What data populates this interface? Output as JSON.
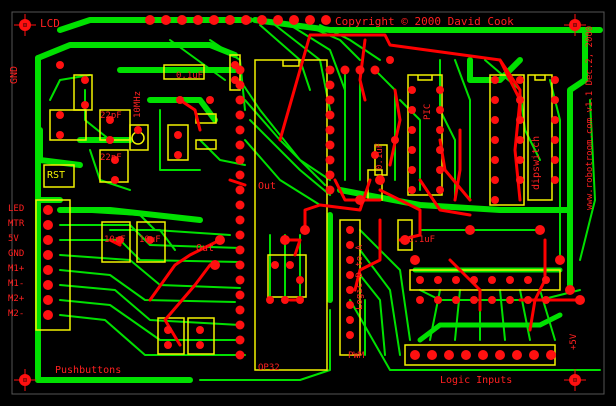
{
  "board": {
    "copyright": "Copyright © 2000 David Cook",
    "website_version": "www.robotroom.com v1.1 Dec.2, 2000",
    "colors": {
      "background": "#000000",
      "trace_top": "#ff0000",
      "trace_bottom": "#00e000",
      "silkscreen": "#f2f200",
      "text": "#ff2020"
    }
  },
  "labels": {
    "lcd": "LCD",
    "gnd": "GND",
    "mhz": "10MHz",
    "pf1": "22pF",
    "pf2": "22pF",
    "uf1": "0.1uF",
    "uf2": "0.1uF",
    "uf3": "0.1uF",
    "uf4": "10uF",
    "uf5": "10uF",
    "rst": "RST",
    "out1": "Out",
    "out2": "Out",
    "dipswitch": "dipswitch",
    "pic": "PIC",
    "logic_d_to_a": "Logic D to A",
    "pwm": "PWM",
    "pushbuttons": "Pushbuttons",
    "logic_inputs": "Logic Inputs",
    "op32": "OP32",
    "plus5v": "+5V",
    "pin_labels": [
      "LED",
      "MTR",
      "5V",
      "GND",
      "M1+",
      "M1-",
      "M2+",
      "M2-"
    ]
  }
}
